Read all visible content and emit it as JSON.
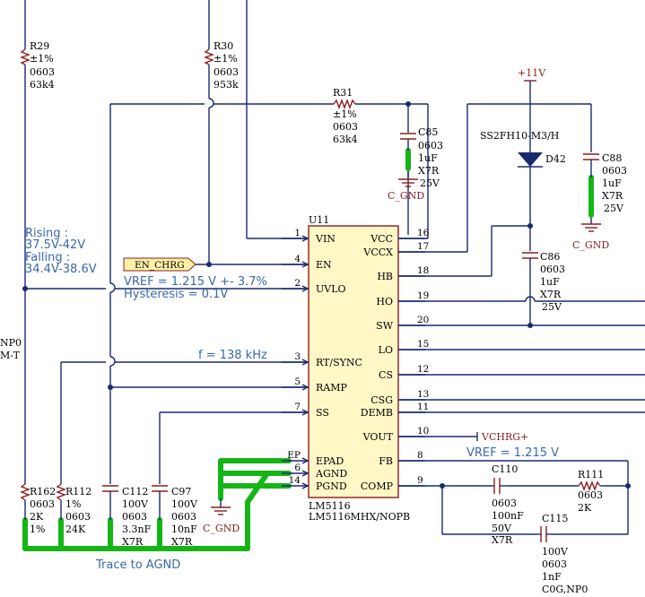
{
  "ic": {
    "ref": "U11",
    "part": "LM5116",
    "part_full": "LM5116MHX/NOPB",
    "left_pins": [
      {
        "name": "VIN",
        "num": "1"
      },
      {
        "name": "EN",
        "num": "4"
      },
      {
        "name": "UVLO",
        "num": "2"
      },
      {
        "name": "RT/SYNC",
        "num": "3"
      },
      {
        "name": "RAMP",
        "num": "5"
      },
      {
        "name": "SS",
        "num": "7"
      },
      {
        "name": "EPAD",
        "num": "EP"
      },
      {
        "name": "AGND",
        "num": "6"
      },
      {
        "name": "PGND",
        "num": "14"
      }
    ],
    "right_pins": [
      {
        "name": "VCC",
        "num": "16"
      },
      {
        "name": "VCCX",
        "num": "17"
      },
      {
        "name": "HB",
        "num": "18"
      },
      {
        "name": "HO",
        "num": "19"
      },
      {
        "name": "SW",
        "num": "20"
      },
      {
        "name": "LO",
        "num": "15"
      },
      {
        "name": "CS",
        "num": "12"
      },
      {
        "name": "CSG",
        "num": "13"
      },
      {
        "name": "DEMB",
        "num": "11"
      },
      {
        "name": "VOUT",
        "num": "10"
      },
      {
        "name": "FB",
        "num": "8"
      },
      {
        "name": "COMP",
        "num": "9"
      }
    ]
  },
  "components": {
    "r29": [
      "R29",
      "±1%",
      "0603",
      "63k4"
    ],
    "r30": [
      "R30",
      "±1%",
      "0603",
      "953k"
    ],
    "r31": [
      "R31",
      "±1%",
      "0603",
      "63k4"
    ],
    "c85": [
      "C85",
      "0603",
      "1uF",
      "X7R",
      "25V"
    ],
    "c88": [
      "C88",
      "0603",
      "1uF",
      "X7R",
      "25V"
    ],
    "c86": [
      "C86",
      "0603",
      "1uF",
      "X7R",
      "25V"
    ],
    "d42": [
      "SS2FH10-M3/H",
      "D42"
    ],
    "r162": [
      "R162",
      "0603",
      "2K",
      "1%"
    ],
    "r112": [
      "R112",
      "1%",
      "0603",
      "24K"
    ],
    "c112": [
      "C112",
      "100V",
      "0603",
      "3.3nF",
      "X7R"
    ],
    "c97": [
      "C97",
      "100V",
      "0603",
      "10nF",
      "X7R"
    ],
    "c110": [
      "C110",
      "0603",
      "100nF",
      "50V",
      "X7R"
    ],
    "r111": [
      "R111",
      "0603",
      "2K"
    ],
    "c115": [
      "C115",
      "100V",
      "0603",
      "1nF",
      "C0G,NP0"
    ],
    "left_partial": [
      "NP0",
      "M-T"
    ]
  },
  "nets": {
    "en_chrg": "EN_CHRG",
    "c_gnd": "C_GND",
    "plus11v": "+11V",
    "vchrg": "VCHRG+"
  },
  "notes": {
    "rising": "Rising :",
    "rising_val": "37.5V-42V",
    "falling": "Falling :",
    "falling_val": "34.4V-38.6V",
    "vref": "VREF = 1.215 V +- 3.7%",
    "hysteresis": "Hysteresis = 0.1V",
    "freq": "f = 138 kHz",
    "vref_fb": "VREF = 1.215 V",
    "trace": "Trace to AGND"
  }
}
